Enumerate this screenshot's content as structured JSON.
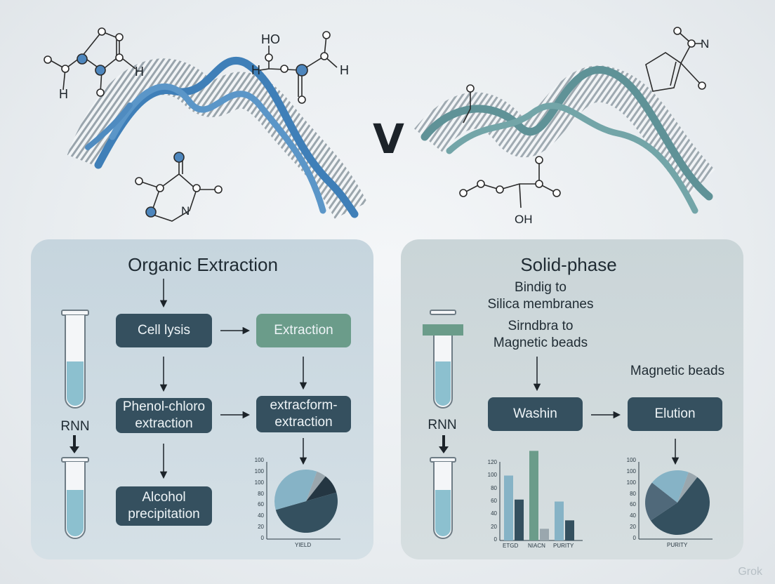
{
  "center_symbol": "V",
  "molecules": {
    "left_top_h1": "H",
    "left_top_h2": "H",
    "center_ho": "HO",
    "center_h1": "H",
    "center_h2": "H",
    "ring_n": "N",
    "right_n": "N",
    "right_oh": "OH"
  },
  "left_panel": {
    "title": "Organic Extraction",
    "steps": {
      "cell_lysis": "Cell lysis",
      "extraction": "Extraction",
      "phenol_1": "Phenol-chloro",
      "phenol_2": "extraction",
      "extracform_1": "extracform-",
      "extracform_2": "extraction",
      "alcohol_1": "Alcohol",
      "alcohol_2": "precipitation"
    },
    "tube_label": "RNN"
  },
  "right_panel": {
    "title": "Solid-phase",
    "binding_1": "Bindig to",
    "binding_2": "Silica membranes",
    "sirndbra_1": "Sirndbra to",
    "sirndbra_2": "Magnetic beads",
    "magnetic_beads": "Magnetic beads",
    "washin": "Washin",
    "elution": "Elution",
    "tube_label": "RNN"
  },
  "chart_data": [
    {
      "type": "pie",
      "xlabel": "YIELD",
      "yticks": [
        "0",
        "20",
        "40",
        "60",
        "80",
        "100",
        "100",
        "100"
      ],
      "slices": [
        {
          "value": 5,
          "color": "#9aa7ae"
        },
        {
          "value": 10,
          "color": "#243642"
        },
        {
          "value": 50,
          "color": "#34505f"
        },
        {
          "value": 35,
          "color": "#86b3c6"
        }
      ]
    },
    {
      "type": "bar",
      "categories": [
        "ETGD",
        "NIACN",
        "PURITY"
      ],
      "yticks": [
        "0",
        "20",
        "40",
        "60",
        "80",
        "100",
        "120"
      ],
      "ylim": [
        0,
        120
      ],
      "series": [
        {
          "color": "#86b3c6",
          "values": [
            100,
            null,
            60
          ]
        },
        {
          "color": "#34505f",
          "values": [
            63,
            null,
            31
          ]
        },
        {
          "color": "#6b9c8a",
          "values": [
            null,
            138,
            null
          ]
        },
        {
          "color": "#9aa7ae",
          "values": [
            null,
            18,
            null
          ]
        }
      ]
    },
    {
      "type": "pie",
      "xlabel": "PURITY",
      "yticks": [
        "0",
        "20",
        "40",
        "60",
        "80",
        "100",
        "100",
        "100"
      ],
      "slices": [
        {
          "value": 5,
          "color": "#9aa7ae"
        },
        {
          "value": 55,
          "color": "#34505f"
        },
        {
          "value": 20,
          "color": "#50697a"
        },
        {
          "value": 20,
          "color": "#86b3c6"
        }
      ]
    }
  ],
  "watermark": "Grok"
}
